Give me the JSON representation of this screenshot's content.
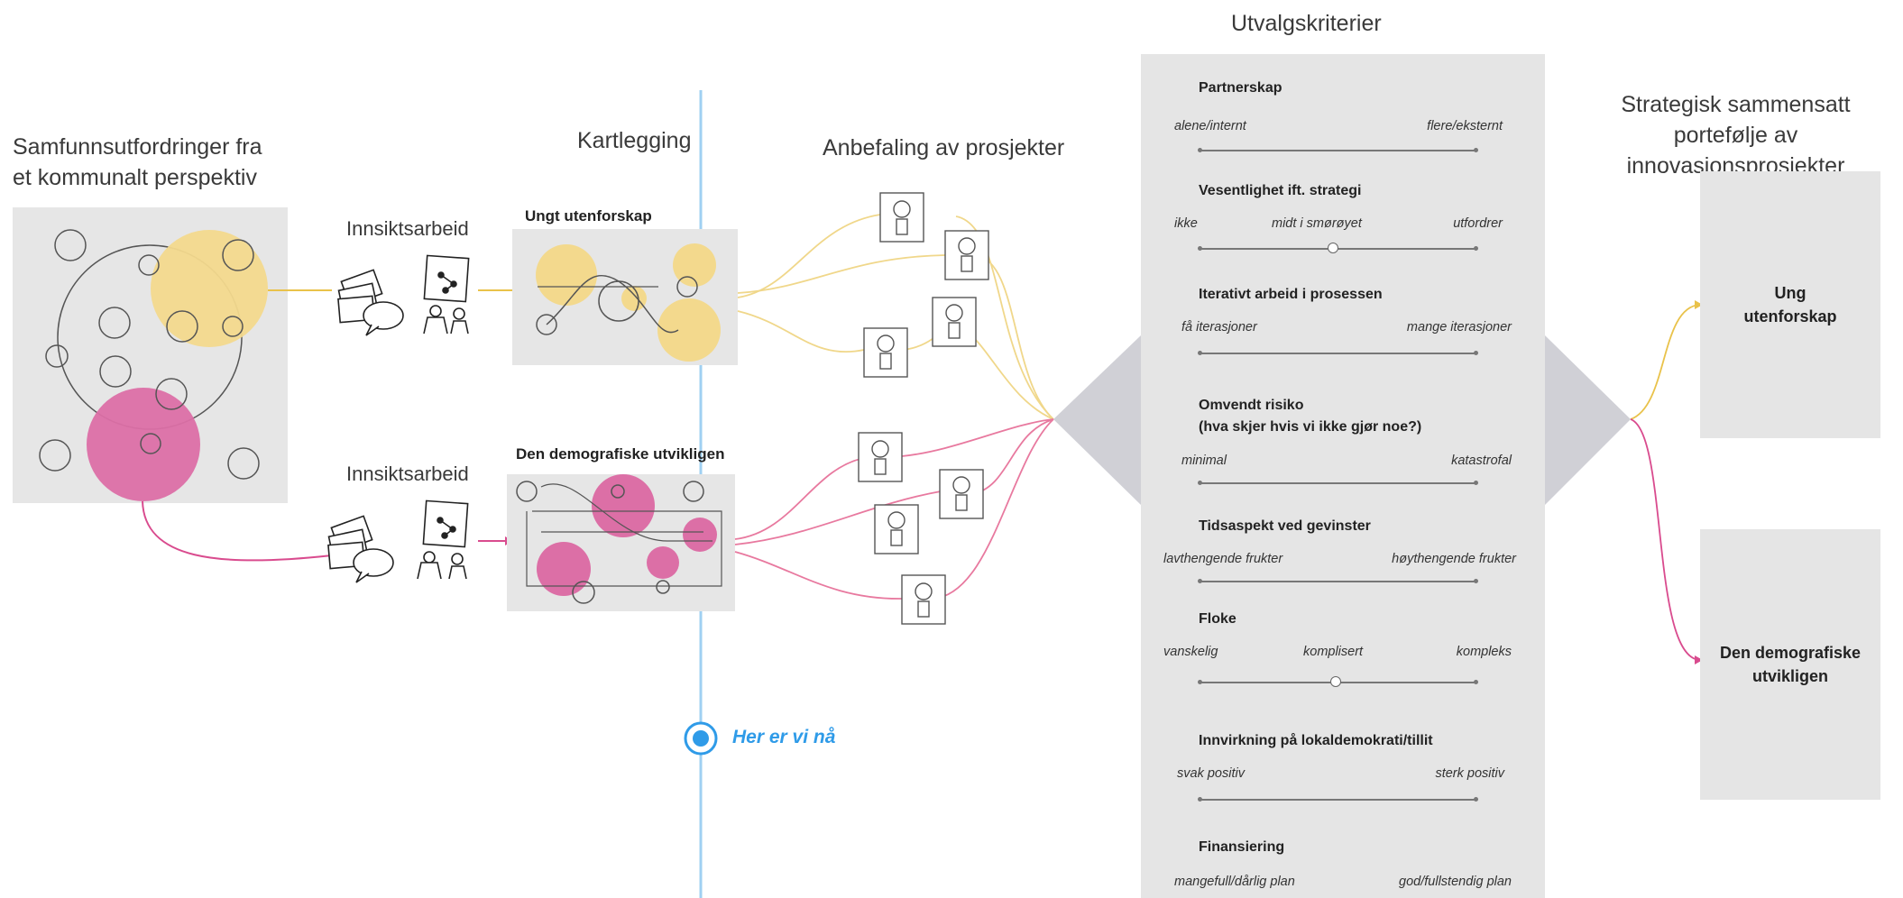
{
  "headings": {
    "challenges": "Samfunnsutfordringer fra et kommunalt perspektiv",
    "mapping": "Kartlegging",
    "recommendation": "Anbefaling av prosjekter",
    "criteria": "Utvalgskriterier",
    "portfolio": "Strategisk sammensatt portefølje av innovasjonsprosjekter"
  },
  "insight_labels": [
    "Innsiktsarbeid",
    "Innsiktsarbeid"
  ],
  "mapping_boxes": [
    {
      "title": "Ungt  utenforskap"
    },
    {
      "title": "Den demografiske utvikligen"
    }
  ],
  "here_marker": "Her er vi nå",
  "criteria": [
    {
      "title": "Partnerskap",
      "labels": [
        "alene/internt",
        "flere/eksternt"
      ]
    },
    {
      "title": "Vesentlighet ift. strategi",
      "labels": [
        "ikke",
        "midt i smørøyet",
        "utfordrer"
      ],
      "marker": 0.5
    },
    {
      "title": "Iterativt arbeid i prosessen",
      "labels": [
        "få iterasjoner",
        "mange iterasjoner"
      ]
    },
    {
      "title": "Omvendt risiko",
      "title2": "(hva skjer hvis vi ikke gjør noe?)",
      "labels": [
        "minimal",
        "katastrofal"
      ]
    },
    {
      "title": "Tidsaspekt ved gevinster",
      "labels": [
        "lavthengende frukter",
        "høythengende frukter"
      ]
    },
    {
      "title": "Floke",
      "labels": [
        "vanskelig",
        "komplisert",
        "kompleks"
      ],
      "marker": 0.5
    },
    {
      "title": "Innvirkning på lokaldemokrati/tillit",
      "labels": [
        "svak positiv",
        "sterk positiv"
      ]
    },
    {
      "title": "Finansiering",
      "labels": [
        "mangefull/dårlig plan",
        "god/fullstendig plan"
      ]
    }
  ],
  "portfolio": [
    {
      "line1": "Ung",
      "line2": "utenforskap"
    },
    {
      "line1": "Den demografiske",
      "line2": "utvikligen"
    }
  ],
  "colors": {
    "yellow": "#f1d98a",
    "yellow_line": "#e9c24a",
    "pink": "#dc6fa6",
    "pink_line": "#d94b8e",
    "panel": "#e5e5e5",
    "box": "#e6e6e6",
    "arrow": "#d0d0d6",
    "marker": "#2f9be8"
  }
}
